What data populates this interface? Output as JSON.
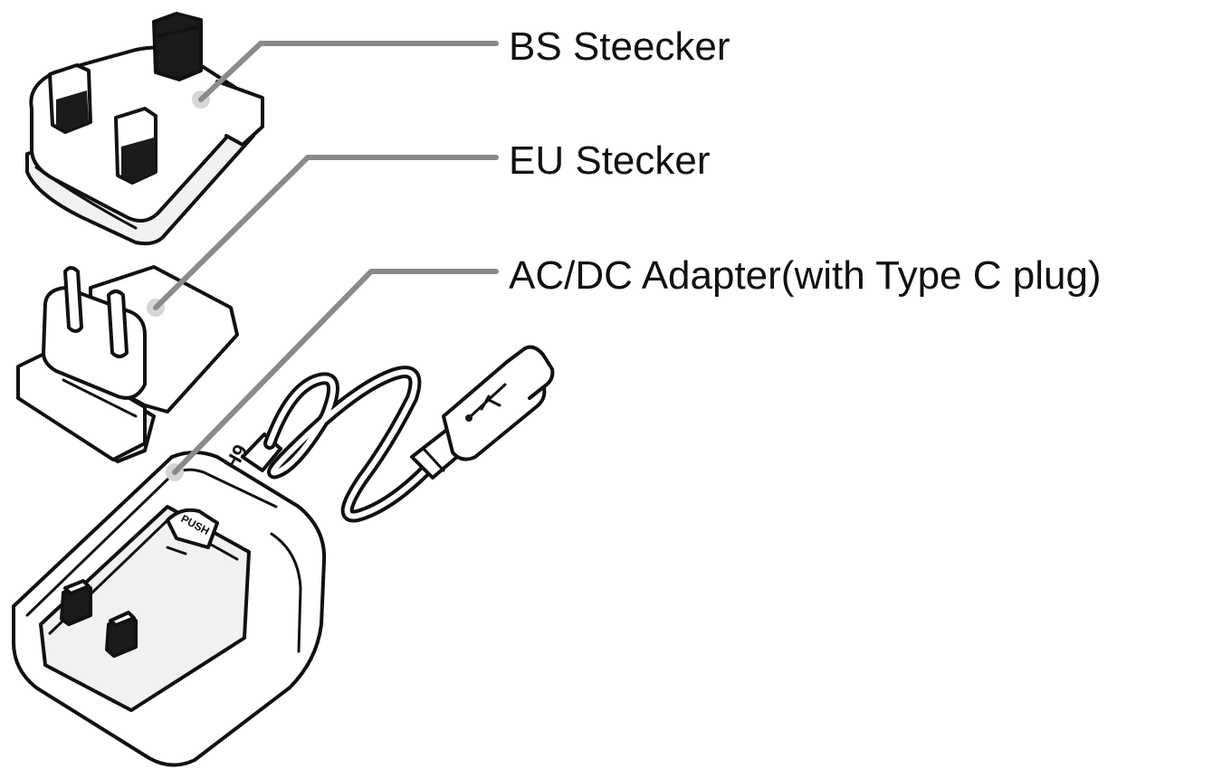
{
  "callouts": {
    "bs_plug": "BS Steecker",
    "eu_plug": "EU Stecker",
    "adapter": "AC/DC Adapter(with Type C plug)"
  },
  "device_markings": {
    "push_button": "PUSH",
    "model_mark": "H9"
  },
  "colors": {
    "line_art": "#111111",
    "leader_lines": "#8a8a8a",
    "background": "#ffffff"
  }
}
